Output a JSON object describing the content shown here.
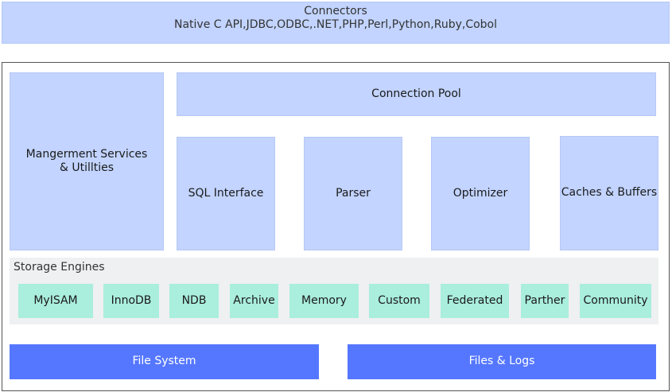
{
  "connectors": {
    "title": "Connectors",
    "subtitle": "Native C API,JDBC,ODBC,.NET,PHP,Perl,Python,Ruby,Cobol"
  },
  "server": {
    "management": "Mangerment Services & Utillties",
    "connection_pool": "Connection Pool",
    "components": [
      "SQL Interface",
      "Parser",
      "Optimizer",
      "Caches & Buffers"
    ]
  },
  "storage": {
    "title": "Storage Engines",
    "engines": [
      "MyISAM",
      "InnoDB",
      "NDB",
      "Archive",
      "Memory",
      "Custom",
      "Federated",
      "Parther",
      "Community"
    ]
  },
  "bottom": {
    "file_system": "File System",
    "files_logs": "Files & Logs"
  },
  "colors": {
    "light_blue": "#c2d4ff",
    "engine_green": "#aaeedd",
    "dark_blue": "#5577ff",
    "panel_gray": "#eef0f1"
  }
}
